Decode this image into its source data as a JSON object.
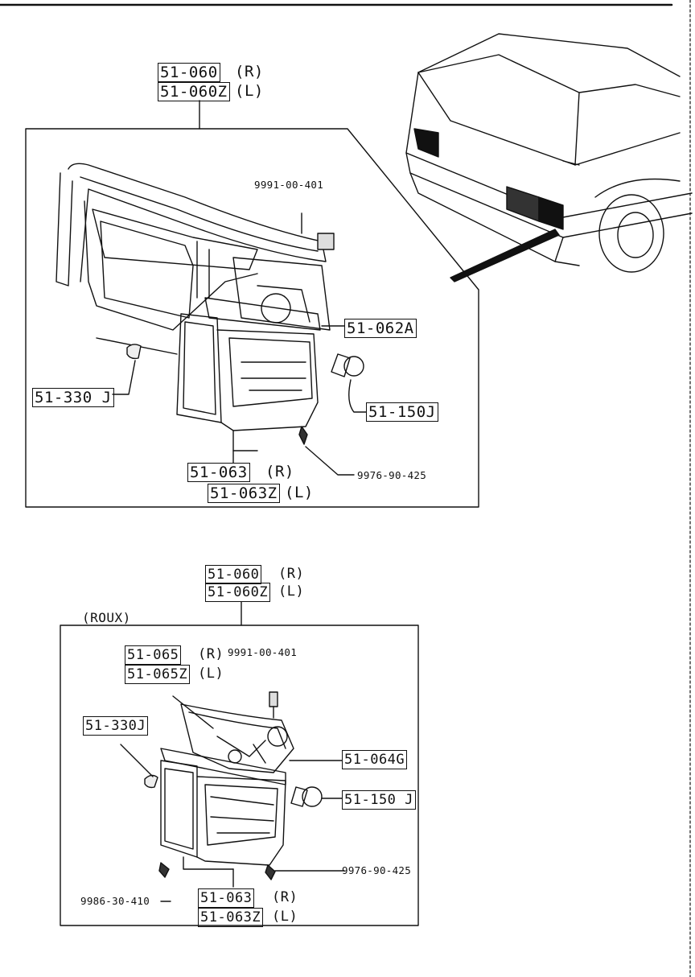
{
  "top_diagram": {
    "assembly_r": "51-060",
    "assembly_r_side": "(R)",
    "assembly_l": "51-060Z",
    "assembly_l_side": "(L)",
    "clip_part": "9991-00-401",
    "part_062a": "51-062A",
    "part_330j": "51-330 J",
    "part_150j": "51-150J",
    "lens_r": "51-063",
    "lens_r_side": "(R)",
    "lens_l": "51-063Z",
    "lens_l_side": "(L)",
    "screw_part": "9976-90-425"
  },
  "bottom_diagram": {
    "assembly_r": "51-060",
    "assembly_r_side": "(R)",
    "assembly_l": "51-060Z",
    "assembly_l_side": "(L)",
    "variant": "(ROUX)",
    "part_065": "51-065",
    "part_065_side": "(R)",
    "part_065z": "51-065Z",
    "part_065z_side": "(L)",
    "clip_part": "9991-00-401",
    "part_330j": "51-330J",
    "part_064g": "51-064G",
    "part_150j": "51-150 J",
    "screw_part": "9976-90-425",
    "screw_part_2": "9986-30-410",
    "lens_r": "51-063",
    "lens_r_side": "(R)",
    "lens_l": "51-063Z",
    "lens_l_side": "(L)"
  }
}
